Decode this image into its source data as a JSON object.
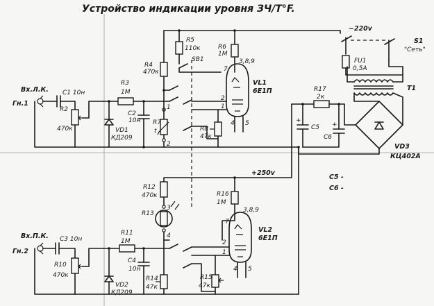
{
  "title": "Устройство индикации уровня ЗЧ/Т°F.",
  "inputs": {
    "left_label": "Вх.Л.К.",
    "right_label": "Вх.П.К.",
    "g1": "Гн.1",
    "g2": "Гн.2"
  },
  "components": {
    "C1": {
      "ref": "C1",
      "value": "10н"
    },
    "C3": {
      "ref": "C3",
      "value": "10н"
    },
    "R2": {
      "ref": "R2",
      "value": "470к"
    },
    "R10": {
      "ref": "R10",
      "value": "470к"
    },
    "R3": {
      "ref": "R3",
      "value": "1М"
    },
    "R11": {
      "ref": "R11",
      "value": "1М"
    },
    "C2": {
      "ref": "C2",
      "value": "10н"
    },
    "C4": {
      "ref": "C4",
      "value": "10н"
    },
    "VD1": {
      "ref": "VD1",
      "value": "КД209"
    },
    "VD2": {
      "ref": "VD2",
      "value": "КД209"
    },
    "R4": {
      "ref": "R4",
      "value": "470к"
    },
    "R12": {
      "ref": "R12",
      "value": "470к"
    },
    "R5": {
      "ref": "R5",
      "value": "110к"
    },
    "R6": {
      "ref": "R6",
      "value": "1М"
    },
    "R16": {
      "ref": "R16",
      "value": "1М"
    },
    "R7": {
      "ref": "R7",
      "value": "t"
    },
    "R13": {
      "ref": "R13"
    },
    "R8": {
      "ref": "R8",
      "value": "47к"
    },
    "R14": {
      "ref": "R14",
      "value": "47к"
    },
    "R15": {
      "ref": "R15",
      "value": "47к"
    },
    "SB1": {
      "ref": "SB1"
    },
    "VL1": {
      "ref": "VL1",
      "value": "6Е1П"
    },
    "VL2": {
      "ref": "VL2",
      "value": "6Е1П"
    },
    "R17": {
      "ref": "R17",
      "value": "2к"
    },
    "C5": {
      "ref": "C5"
    },
    "C6": {
      "ref": "C6"
    },
    "FU1": {
      "ref": "FU1",
      "value": "0,5А"
    },
    "S1": {
      "ref": "S1",
      "value": "\"Сеть\""
    },
    "T1": {
      "ref": "T1"
    },
    "VD3": {
      "ref": "VD3",
      "value": "КЦ402А"
    }
  },
  "pins": {
    "vl1_heater": "3,8,9",
    "vl2_heater": "3,8,9",
    "p7": "7",
    "p2": "2",
    "p1": "1",
    "p4": "4",
    "p5": "5",
    "r7_1": "1",
    "r7_2": "2",
    "r13_3": "3",
    "r13_4": "4"
  },
  "supply": {
    "mains": "~220v",
    "b_plus": "+250v"
  },
  "notes": {
    "c5": "C5 -",
    "c6": "C6 -"
  }
}
